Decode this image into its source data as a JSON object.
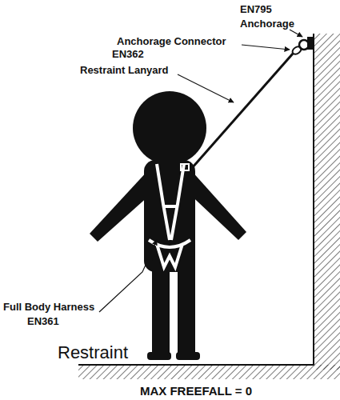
{
  "diagram": {
    "labels": [
      "EN795",
      "Anchorage",
      "Anchorage Connector",
      "EN362",
      "Restraint Lanyard",
      "Full Body Harness",
      "EN361",
      "Restraint",
      "MAX FREEFALL = 0"
    ]
  }
}
